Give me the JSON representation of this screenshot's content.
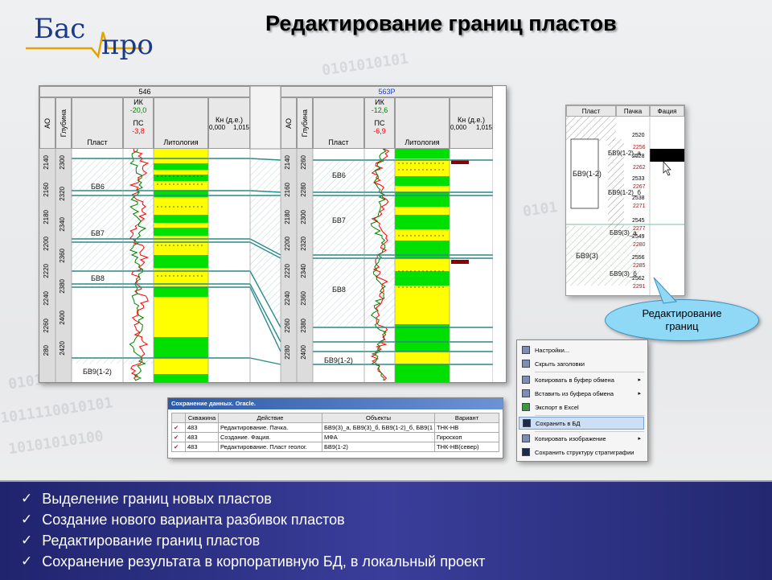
{
  "header": {
    "logo_left": "Бас",
    "logo_right": "про",
    "title": "Редактирование границ пластов"
  },
  "wells": {
    "well1": {
      "name": "546",
      "col_ao": "АО",
      "col_depth": "Глубина",
      "col_plast": "Пласт",
      "ik_label": "ИК",
      "ik_scale": "-20,0",
      "ps_label": "ПС",
      "ps_scale": "-3,8",
      "col_lith": "Литология",
      "kn_label": "Кн (д.е.)",
      "kn_min": "0,000",
      "kn_max": "1,015",
      "ao_ticks": [
        "2140",
        "2160",
        "2180",
        "2200",
        "2220",
        "2240",
        "2260",
        "280"
      ],
      "depth_ticks": [
        "2300",
        "2320",
        "2340",
        "2360",
        "2380",
        "2400",
        "2420"
      ],
      "layers": [
        "БВ6",
        "БВ7",
        "БВ8",
        "БВ9(1-2)"
      ]
    },
    "well2": {
      "name": "563Р",
      "col_ao": "АО",
      "col_depth": "Глубина",
      "col_plast": "Пласт",
      "ik_label": "ИК",
      "ik_scale": "-12,6",
      "ps_label": "ПС",
      "ps_scale": "-6,9",
      "col_lith": "Литология",
      "kn_label": "Кн (д.е.)",
      "kn_min": "0,000",
      "kn_max": "1,015",
      "ao_ticks": [
        "2140",
        "2160",
        "2180",
        "2200",
        "2220",
        "2240",
        "2260",
        "2280"
      ],
      "depth_ticks": [
        "2260",
        "2280",
        "2300",
        "2320",
        "2340",
        "2360",
        "2380",
        "2400"
      ],
      "layers": [
        "БВ6",
        "БВ7",
        "БВ8",
        "БВ9(1-2)"
      ]
    }
  },
  "strat": {
    "col_plast": "Пласт",
    "col_pachka": "Пачка",
    "col_facia": "Фация",
    "plast1": "БВ9(1-2)",
    "plast2": "БВ9(3)",
    "pachki": [
      "БВ9(1-2)_а",
      "БВ9(1-2)_б",
      "БВ9(3)_а",
      "БВ9(3)_б"
    ],
    "depths_black": [
      "2520",
      "2528",
      "2533",
      "2538",
      "2545",
      "2549",
      "2556",
      "2562"
    ],
    "depths_red": [
      "2256",
      "2262",
      "2267",
      "2271",
      "2277",
      "2280",
      "2285",
      "2291"
    ]
  },
  "callout": {
    "line1": "Редактирование",
    "line2": "границ"
  },
  "menu": {
    "items": [
      {
        "label": "Настройки...",
        "arrow": ""
      },
      {
        "label": "Скрыть заголовки",
        "arrow": ""
      },
      {
        "label": "Копировать в буфер обмена",
        "arrow": "▸"
      },
      {
        "label": "Вставить из буфера обмена",
        "arrow": "▸"
      },
      {
        "label": "Экспорт в Excel",
        "arrow": ""
      },
      {
        "label": "Сохранить в БД",
        "arrow": ""
      },
      {
        "label": "Копировать изображение",
        "arrow": "▸"
      },
      {
        "label": "Сохранить структуру стратиграфии",
        "arrow": ""
      }
    ],
    "selected_index": 5
  },
  "save_dialog": {
    "title": "Сохранение данных. Oracle.",
    "columns": [
      "Скважина",
      "Действие",
      "Объекты",
      "Вариант"
    ],
    "rows": [
      {
        "well": "483",
        "action": "Редактирование. Пачка.",
        "objects": "БВ9(3)_а, БВ9(3)_б, БВ9(1-2)_б, БВ9(1",
        "variant": "ТНК-НВ"
      },
      {
        "well": "483",
        "action": "Создание. Фация.",
        "objects": "МФА",
        "variant": "Гироскоп"
      },
      {
        "well": "483",
        "action": "Редактирование. Пласт геолог.",
        "objects": "БВ9(1-2)",
        "variant": "ТНК-НВ(север)"
      }
    ]
  },
  "bullets": [
    "Выделение границ новых пластов",
    "Создание нового варианта разбивок пластов",
    "Редактирование границ пластов",
    "Сохранение результата в корпоративную БД, в локальный проект"
  ],
  "colors": {
    "lith_yellow": "#ffff00",
    "lith_green": "#00e000",
    "curve_red": "#ff0000",
    "curve_green": "#008000",
    "boundary_teal": "#2a8a8a",
    "bottom_band": "#2a2e84"
  }
}
